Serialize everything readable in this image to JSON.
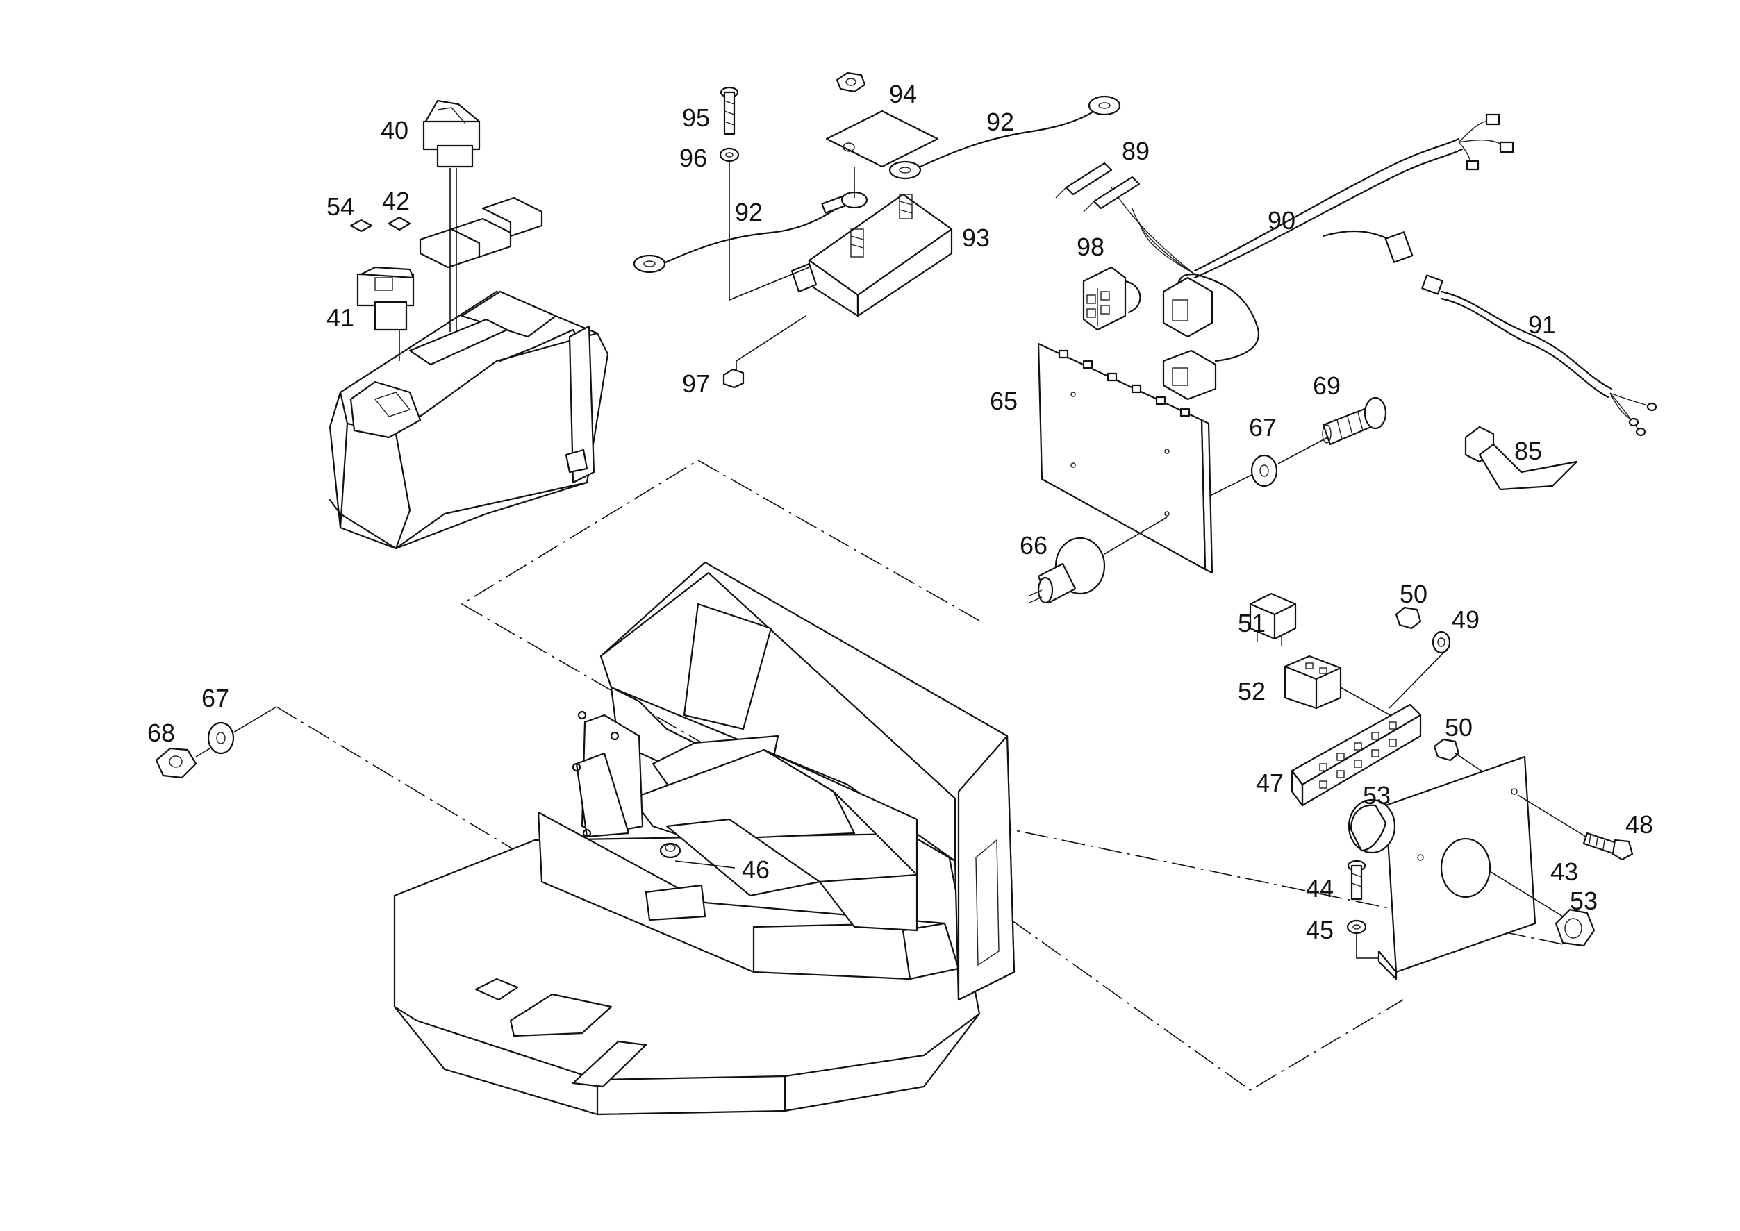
{
  "callouts": {
    "40": "40",
    "54": "54",
    "42": "42",
    "41": "41",
    "95": "95",
    "94": "94",
    "92a": "92",
    "92b": "92",
    "96": "96",
    "93": "93",
    "97": "97",
    "89": "89",
    "90": "90",
    "98": "98",
    "91": "91",
    "65": "65",
    "69": "69",
    "67a": "67",
    "85": "85",
    "66": "66",
    "51": "51",
    "50a": "50",
    "49": "49",
    "52": "52",
    "50b": "50",
    "47": "47",
    "53a": "53",
    "48": "48",
    "44": "44",
    "43": "43",
    "45": "45",
    "53b": "53",
    "46": "46",
    "67b": "67",
    "68": "68"
  }
}
